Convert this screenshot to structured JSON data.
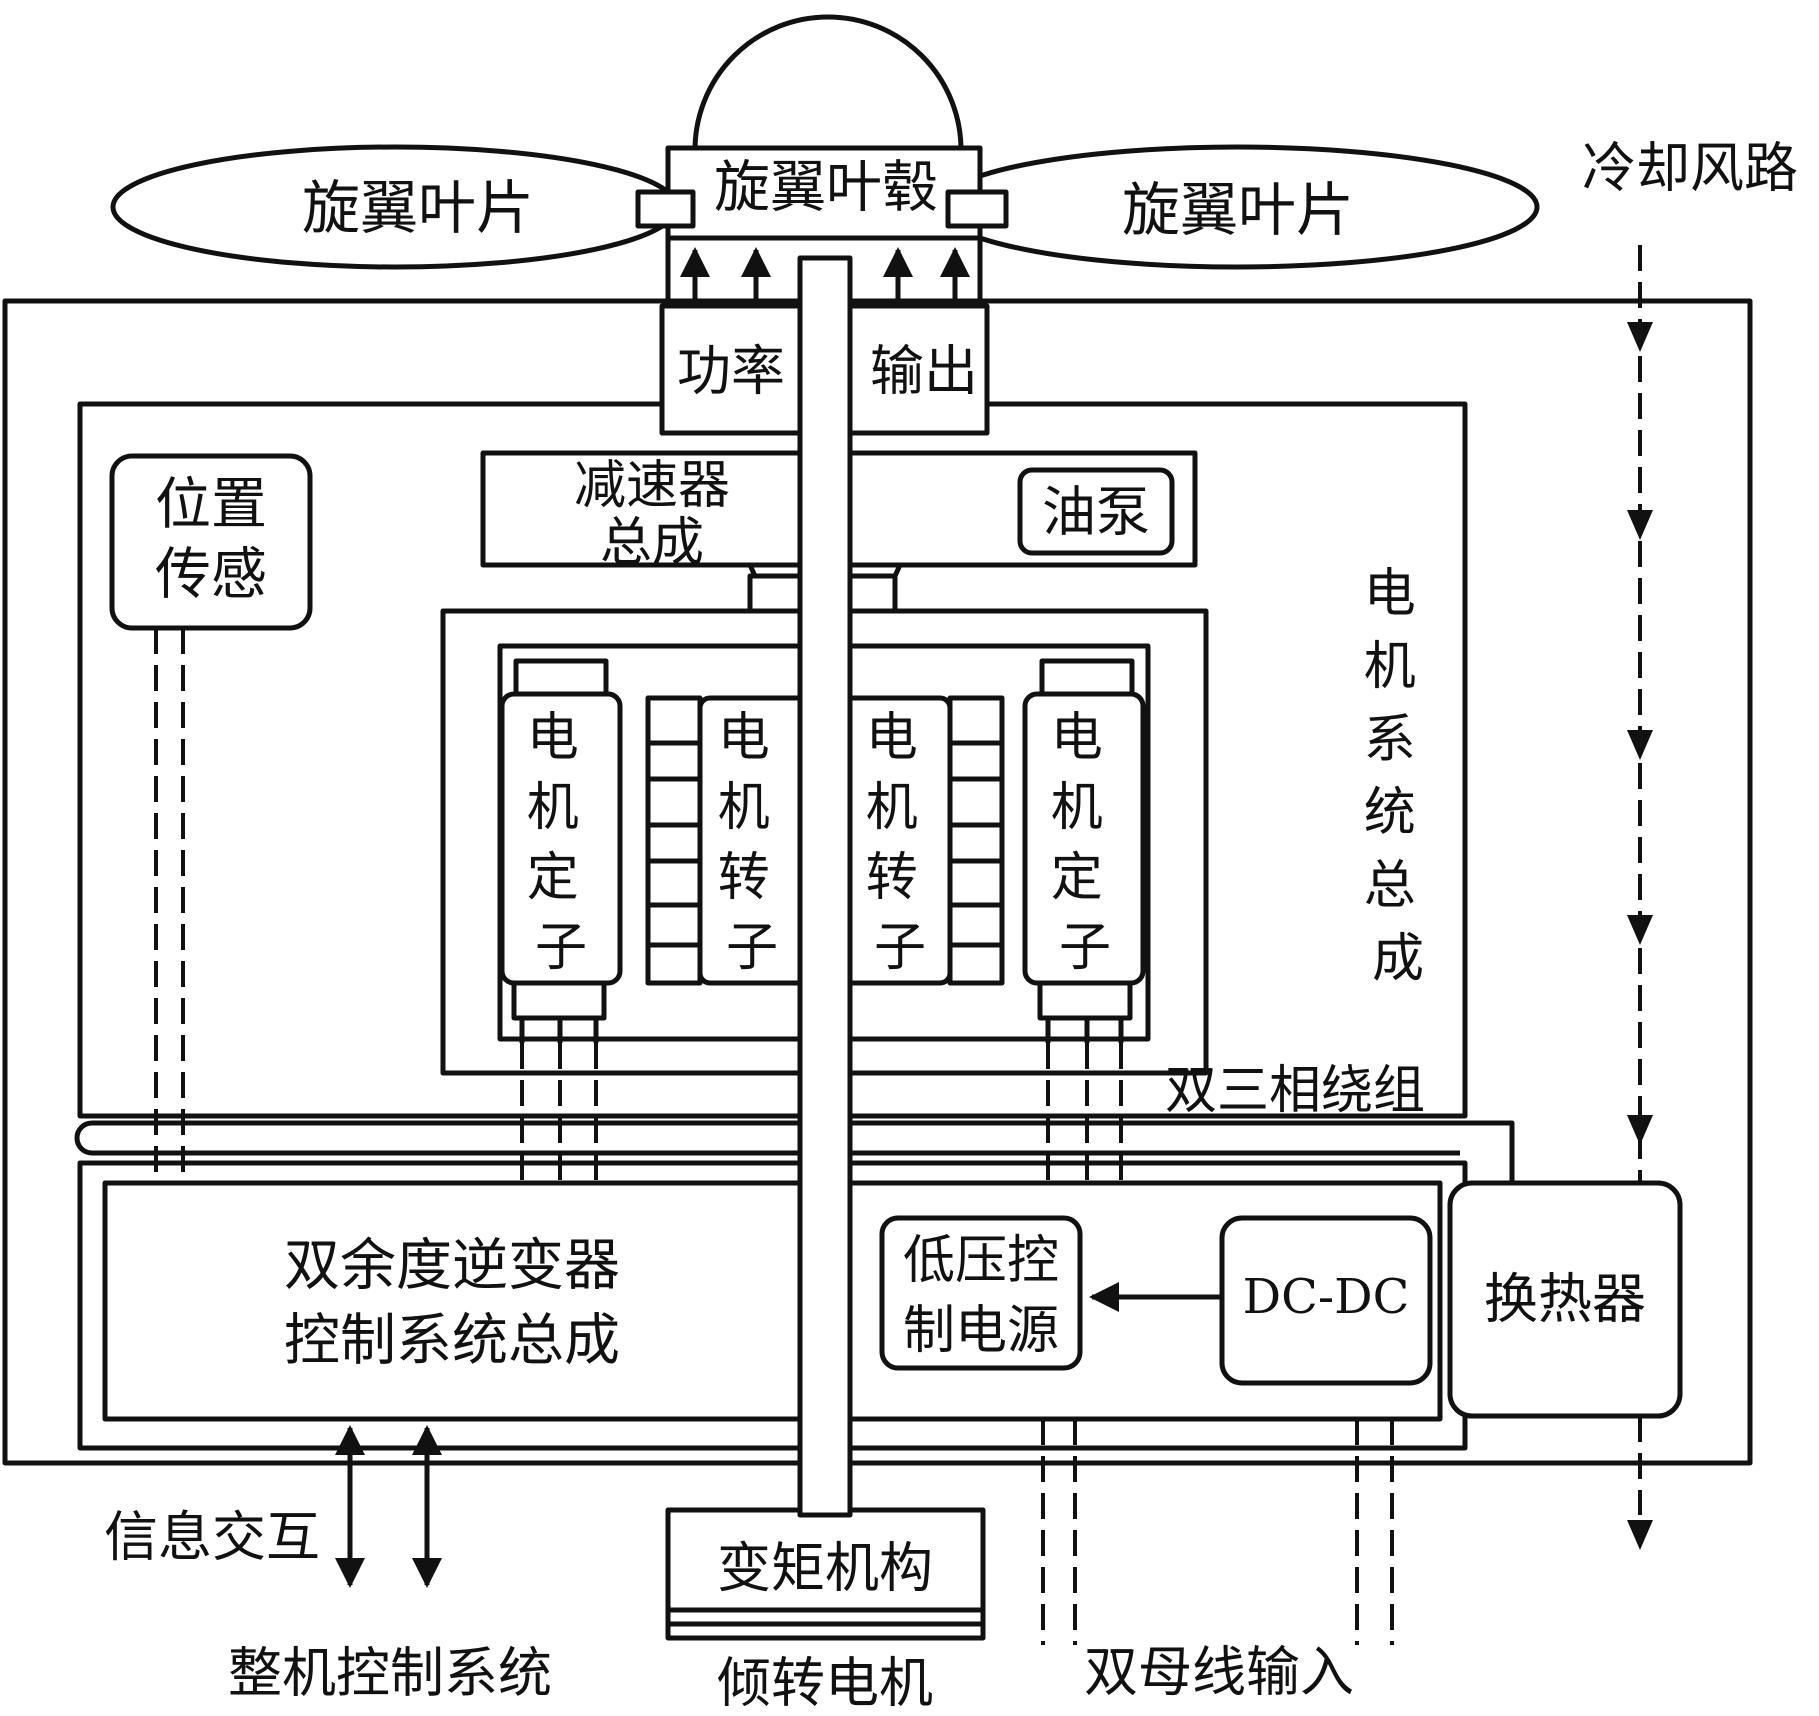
{
  "colors": {
    "line": "#111111",
    "background": "#ffffff"
  },
  "labels": {
    "blade_left": "旋翼叶片",
    "blade_right": "旋翼叶片",
    "hub": "旋翼叶毂",
    "cooling_air": "冷却风路",
    "power": "功率",
    "output": "输出",
    "reducer_line1": "减速器",
    "reducer_line2": "总成",
    "oil_pump": "油泵",
    "position_line1": "位置",
    "position_line2": "传感",
    "stator_left": [
      "电",
      "机",
      "定",
      "子"
    ],
    "rotor_left": [
      "电",
      "机",
      "转",
      "子"
    ],
    "rotor_right": [
      "电",
      "机",
      "转",
      "子"
    ],
    "stator_right": [
      "电",
      "机",
      "定",
      "子"
    ],
    "motor_system": [
      "电",
      "机",
      "系",
      "统",
      "总",
      "成"
    ],
    "dual_winding": "双三相绕组",
    "inverter_line1": "双余度逆变器",
    "inverter_line2": "控制系统总成",
    "lv_power_line1": "低压控",
    "lv_power_line2": "制电源",
    "dcdc": "DC-DC",
    "heat_exchanger": "换热器",
    "info_exchange": "信息交互",
    "vehicle_control": "整机控制系统",
    "pitch_mechanism": "变矩机构",
    "tilt_motor": "倾转电机",
    "dual_bus_input": "双母线输入"
  }
}
